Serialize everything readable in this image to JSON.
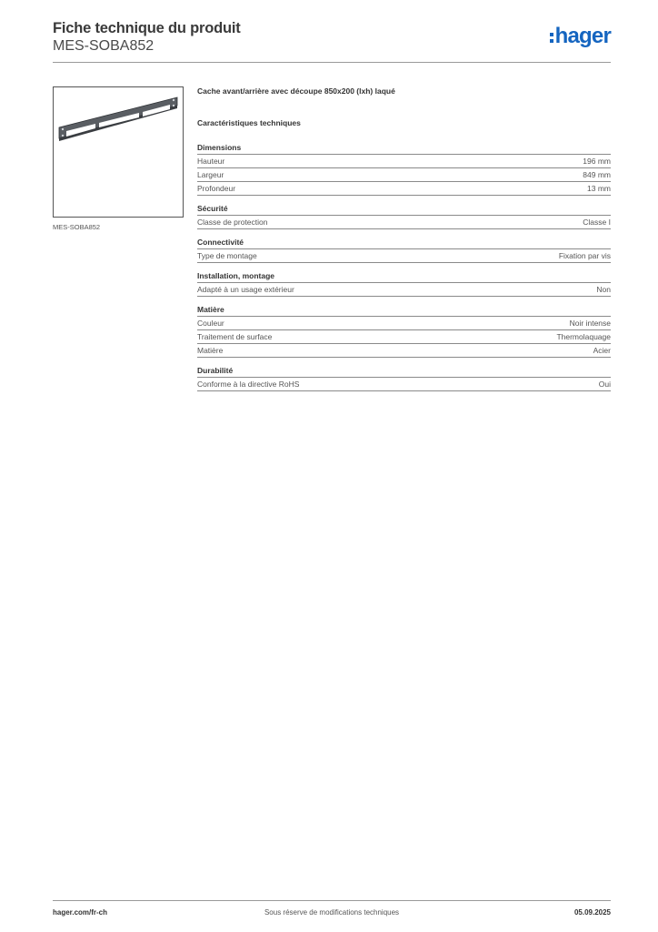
{
  "header": {
    "title": "Fiche technique du produit",
    "code": "MES-SOBA852",
    "logo_text": "hager"
  },
  "product": {
    "image_caption": "MES-SOBA852",
    "description": "Cache avant/arrière avec découpe 850x200 (lxh) laqué",
    "specs_heading": "Caractéristiques techniques"
  },
  "sections": [
    {
      "title": "Dimensions",
      "rows": [
        {
          "label": "Hauteur",
          "value": "196 mm"
        },
        {
          "label": "Largeur",
          "value": "849 mm"
        },
        {
          "label": "Profondeur",
          "value": "13 mm"
        }
      ]
    },
    {
      "title": "Sécurité",
      "rows": [
        {
          "label": "Classe de protection",
          "value": "Classe I"
        }
      ]
    },
    {
      "title": "Connectivité",
      "rows": [
        {
          "label": "Type de montage",
          "value": "Fixation par vis"
        }
      ]
    },
    {
      "title": "Installation, montage",
      "rows": [
        {
          "label": "Adapté à un usage extérieur",
          "value": "Non"
        }
      ]
    },
    {
      "title": "Matière",
      "rows": [
        {
          "label": "Couleur",
          "value": "Noir intense"
        },
        {
          "label": "Traitement de surface",
          "value": "Thermolaquage"
        },
        {
          "label": "Matière",
          "value": "Acier"
        }
      ]
    },
    {
      "title": "Durabilité",
      "rows": [
        {
          "label": "Conforme à la directive RoHS",
          "value": "Oui"
        }
      ]
    }
  ],
  "footer": {
    "left": "hager.com/fr-ch",
    "center": "Sous réserve de modifications techniques",
    "right": "05.09.2025"
  },
  "colors": {
    "brand": "#1565c0",
    "text": "#333333",
    "rule": "#8a8a8a"
  }
}
